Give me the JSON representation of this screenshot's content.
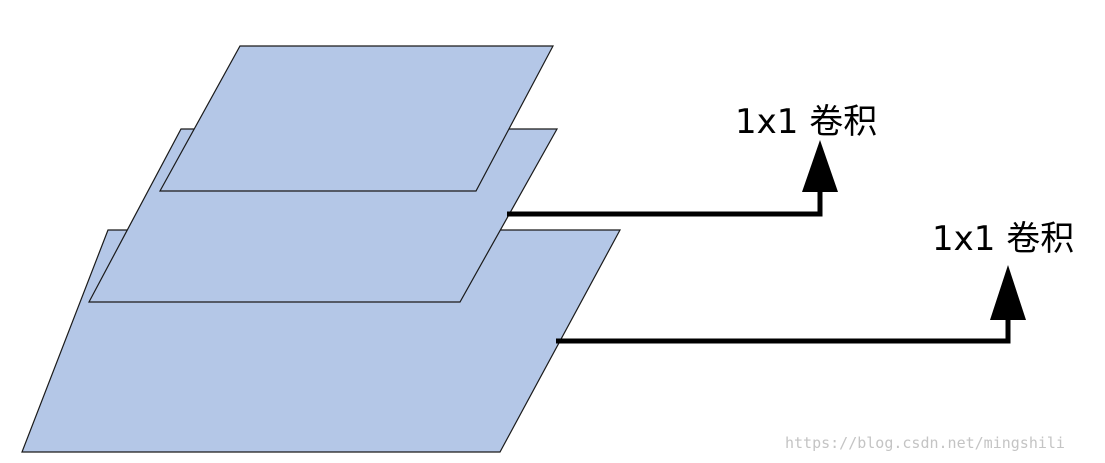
{
  "diagram": {
    "layer_color": "#b4c7e7",
    "outline_color": "#1a1a1a",
    "connector_color": "#000000",
    "labels": {
      "upper_conv": "1x1 卷积",
      "lower_conv": "1x1 卷积"
    }
  },
  "watermark": {
    "text": "https://blog.csdn.net/mingshili"
  }
}
